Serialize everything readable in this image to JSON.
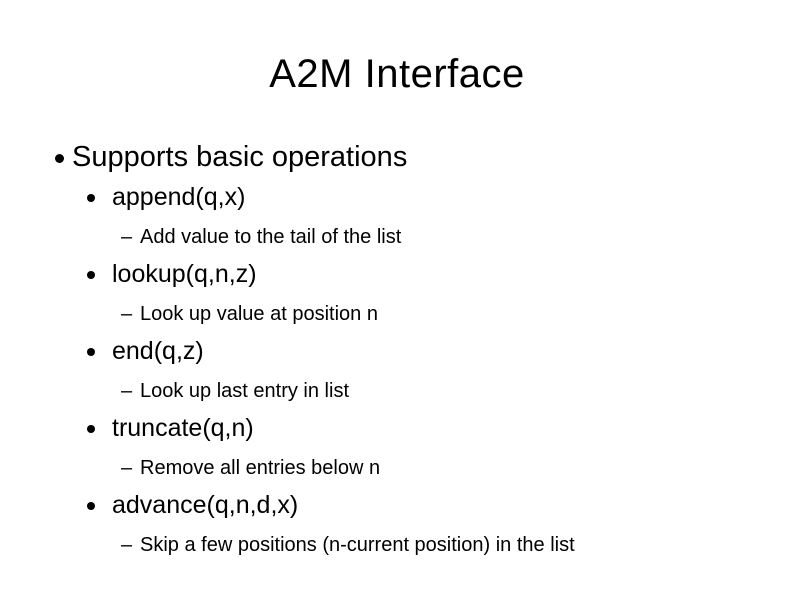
{
  "slide": {
    "title": "A2M Interface",
    "main_bullet": "Supports basic operations",
    "operations": [
      {
        "name": "append(q,x)",
        "desc": "Add value to the tail of the list"
      },
      {
        "name": "lookup(q,n,z)",
        "desc": "Look up value at position n"
      },
      {
        "name": "end(q,z)",
        "desc": "Look up last entry in list"
      },
      {
        "name": "truncate(q,n)",
        "desc": "Remove all entries below n"
      },
      {
        "name": "advance(q,n,d,x)",
        "desc": "Skip a few positions (n-current position) in the list"
      }
    ],
    "glyphs": {
      "dash": "–"
    },
    "colors": {
      "background": "#ffffff",
      "text": "#000000"
    }
  }
}
